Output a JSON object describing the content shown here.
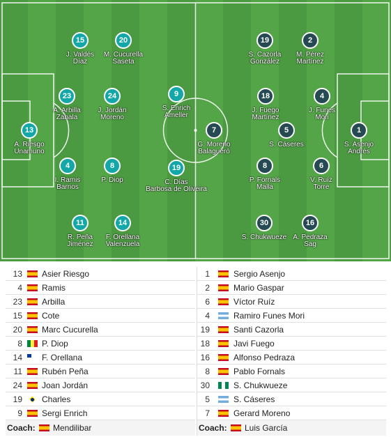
{
  "colors": {
    "home": "#14a7a7",
    "away": "#254a52",
    "pitch_light": "#54a548",
    "pitch_dark": "#4b9a41"
  },
  "pitch_players": [
    {
      "side": "home",
      "number": "15",
      "line1": "J. Valdés",
      "line2": "Díaz"
    },
    {
      "side": "home",
      "number": "20",
      "line1": "M. Cucurella",
      "line2": "Saseta"
    },
    {
      "side": "home",
      "number": "23",
      "line1": "A. Arbilla",
      "line2": "Zabala"
    },
    {
      "side": "home",
      "number": "24",
      "line1": "J. Jordán",
      "line2": "Moreno"
    },
    {
      "side": "home",
      "number": "9",
      "line1": "S. Enrich",
      "line2": "Ameller"
    },
    {
      "side": "home",
      "number": "13",
      "line1": "A. Riesgo",
      "line2": "Unamuno"
    },
    {
      "side": "home",
      "number": "4",
      "line1": "I. Ramis",
      "line2": "Barrios"
    },
    {
      "side": "home",
      "number": "8",
      "line1": "P. Diop",
      "line2": ""
    },
    {
      "side": "home",
      "number": "19",
      "line1": "C. Días",
      "line2": "Barbosa de Oliveira"
    },
    {
      "side": "home",
      "number": "11",
      "line1": "R. Peña",
      "line2": "Jiménez"
    },
    {
      "side": "home",
      "number": "14",
      "line1": "F. Orellana",
      "line2": "Valenzuela"
    },
    {
      "side": "away",
      "number": "19",
      "line1": "S. Cazorla",
      "line2": "González"
    },
    {
      "side": "away",
      "number": "2",
      "line1": "M. Pérez",
      "line2": "Martínez"
    },
    {
      "side": "away",
      "number": "18",
      "line1": "J. Fuego",
      "line2": "Martínez"
    },
    {
      "side": "away",
      "number": "4",
      "line1": "J. Funes",
      "line2": "Mori"
    },
    {
      "side": "away",
      "number": "7",
      "line1": "G. Moreno",
      "line2": "Balagueró"
    },
    {
      "side": "away",
      "number": "5",
      "line1": "S. Cáseres",
      "line2": ""
    },
    {
      "side": "away",
      "number": "1",
      "line1": "S. Asenjo",
      "line2": "Andrés"
    },
    {
      "side": "away",
      "number": "8",
      "line1": "P. Fornals",
      "line2": "Malla"
    },
    {
      "side": "away",
      "number": "6",
      "line1": "V. Ruíz",
      "line2": "Torre"
    },
    {
      "side": "away",
      "number": "30",
      "line1": "S. Chukwueze",
      "line2": ""
    },
    {
      "side": "away",
      "number": "16",
      "line1": "A. Pedraza",
      "line2": "Sag"
    }
  ],
  "home_lineup": [
    {
      "number": "13",
      "flag": "es",
      "name": "Asier Riesgo"
    },
    {
      "number": "4",
      "flag": "es",
      "name": "Ramis"
    },
    {
      "number": "23",
      "flag": "es",
      "name": "Arbilla"
    },
    {
      "number": "15",
      "flag": "es",
      "name": "Cote"
    },
    {
      "number": "20",
      "flag": "es",
      "name": "Marc Cucurella"
    },
    {
      "number": "8",
      "flag": "sn",
      "name": "P. Diop"
    },
    {
      "number": "14",
      "flag": "cl",
      "name": "F. Orellana"
    },
    {
      "number": "11",
      "flag": "es",
      "name": "Rubén Peña"
    },
    {
      "number": "24",
      "flag": "es",
      "name": "Joan Jordán"
    },
    {
      "number": "19",
      "flag": "br",
      "name": "Charles"
    },
    {
      "number": "9",
      "flag": "es",
      "name": "Sergi Enrich"
    }
  ],
  "away_lineup": [
    {
      "number": "1",
      "flag": "es",
      "name": "Sergio Asenjo"
    },
    {
      "number": "2",
      "flag": "es",
      "name": "Mario Gaspar"
    },
    {
      "number": "6",
      "flag": "es",
      "name": "Víctor Ruíz"
    },
    {
      "number": "4",
      "flag": "ar",
      "name": "Ramiro Funes Mori"
    },
    {
      "number": "19",
      "flag": "es",
      "name": "Santi Cazorla"
    },
    {
      "number": "18",
      "flag": "es",
      "name": "Javi Fuego"
    },
    {
      "number": "16",
      "flag": "es",
      "name": "Alfonso Pedraza"
    },
    {
      "number": "8",
      "flag": "es",
      "name": "Pablo Fornals"
    },
    {
      "number": "30",
      "flag": "ng",
      "name": "S. Chukwueze"
    },
    {
      "number": "5",
      "flag": "ar",
      "name": "S. Cáseres"
    },
    {
      "number": "7",
      "flag": "es",
      "name": "Gerard Moreno"
    }
  ],
  "coaches": {
    "label": "Coach:",
    "home": {
      "flag": "es",
      "name": "Mendilibar"
    },
    "away": {
      "flag": "es",
      "name": "Luis García"
    }
  }
}
